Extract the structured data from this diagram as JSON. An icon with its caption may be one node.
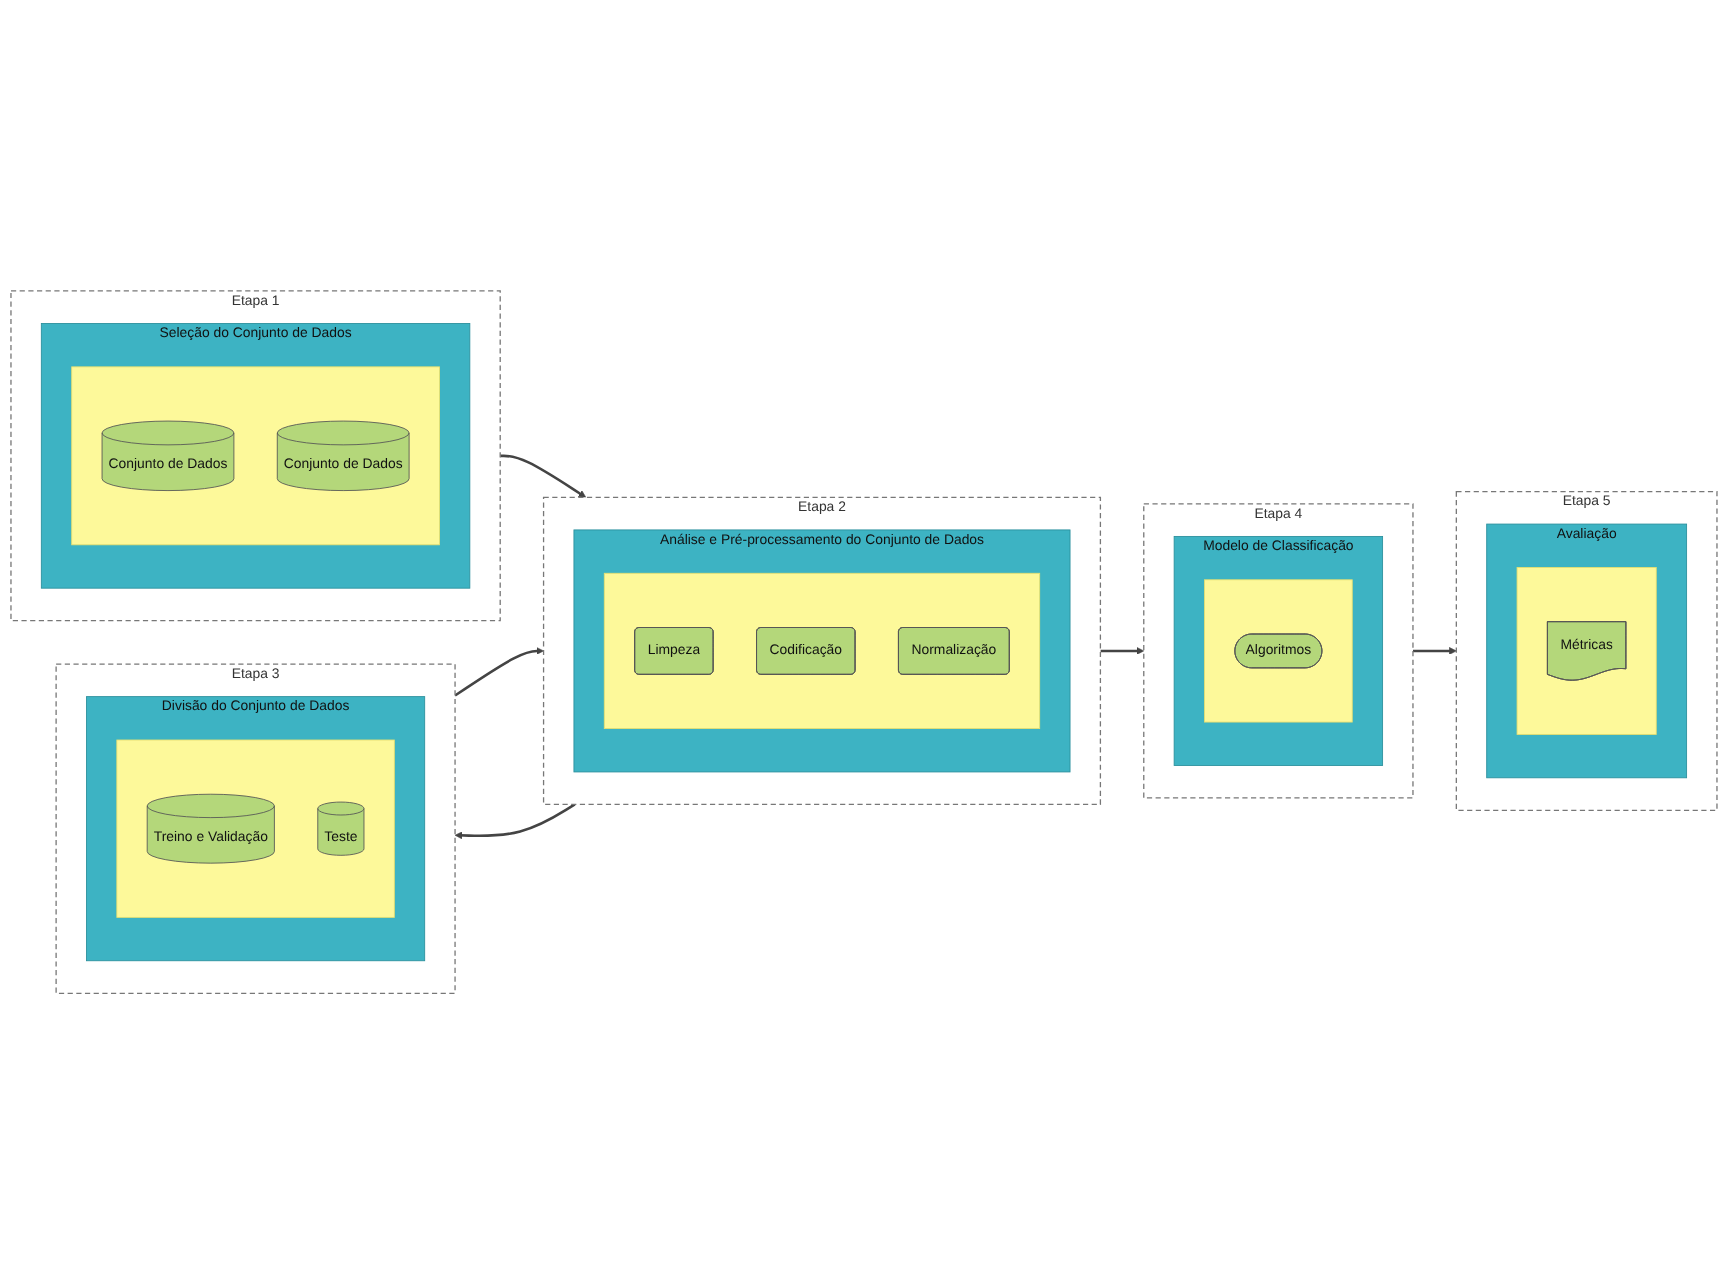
{
  "diagram": {
    "nodes": [
      {
        "text": [
          "Etapa 1"
        ]
      },
      {
        "text": [
          "Seleção do Conjunto de Dados"
        ],
        "in": 0
      },
      {
        "text": [],
        "shape": "box",
        "in": 1
      },
      {
        "text": [
          "Conjunto de Dados"
        ],
        "in": 2
      },
      {
        "text": [
          "Conjunto de Dados"
        ],
        "in": 2
      },
      {
        "text": [
          "Etapa 2"
        ]
      },
      {
        "text": [
          "Análise e Pré-processamento do Conjunto de Dados"
        ],
        "in": 5
      },
      {
        "text": [],
        "shape": "box",
        "in": 6
      },
      {
        "text": [
          "Limpeza"
        ],
        "in": 7
      },
      {
        "text": [
          "Codificação"
        ],
        "in": 7
      },
      {
        "text": [
          "Normalização"
        ],
        "in": 7
      },
      {
        "text": [
          "Etapa 3"
        ]
      },
      {
        "text": [
          "Divisão do Conjunto de Dados"
        ],
        "in": 11
      },
      {
        "text": [],
        "shape": "box",
        "in": 12
      },
      {
        "text": [
          "Treino e Validação"
        ],
        "in": 13
      },
      {
        "text": [
          "Teste"
        ],
        "in": 13
      },
      {
        "text": [
          "Etapa 4"
        ]
      },
      {
        "text": [
          "Modelo de Classificação"
        ],
        "in": 16
      },
      {
        "text": [],
        "shape": "box",
        "in": 17
      },
      {
        "text": [
          "Algoritmos"
        ],
        "in": 18
      },
      {
        "text": [
          "Etapa 5"
        ]
      },
      {
        "text": [
          "Avaliação"
        ],
        "in": 20
      },
      {
        "text": [],
        "shape": "box",
        "in": 21
      },
      {
        "text": [
          "Métricas"
        ],
        "in": 22
      }
    ],
    "edges": [
      {
        "from": 0,
        "to": 5,
        "arrow": "to"
      },
      {
        "from": 5,
        "to": 16,
        "arrow": "to"
      },
      {
        "from": 5,
        "to": 11,
        "arrow": "to"
      },
      {
        "from": 11,
        "to": 5,
        "arrow": "to"
      },
      {
        "from": 16,
        "to": 20,
        "arrow": "to"
      }
    ]
  }
}
